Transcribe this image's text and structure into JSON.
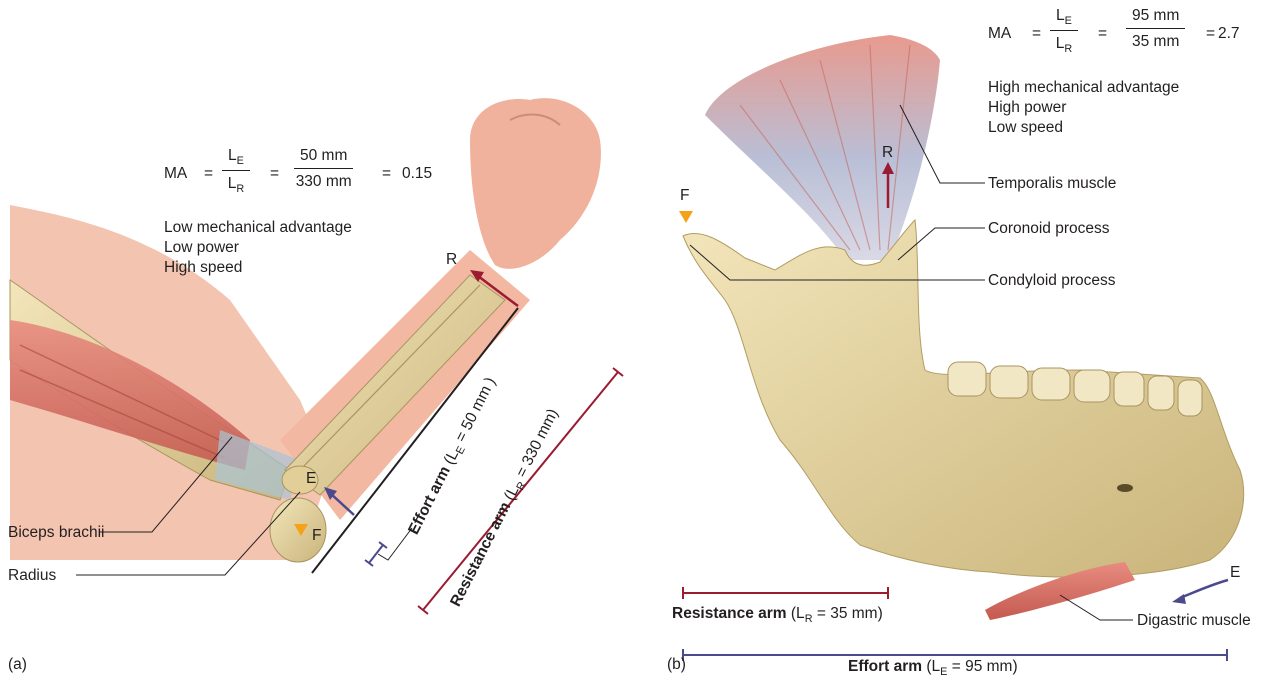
{
  "panel_a": {
    "label": "(a)",
    "equation": {
      "ma": "MA",
      "eq1": "=",
      "le_num_base": "L",
      "le_num_sub": "E",
      "lr_den_base": "L",
      "lr_den_sub": "R",
      "eq2": "=",
      "value_num": "50 mm",
      "value_den": "330 mm",
      "eq3": "=",
      "result": "0.15"
    },
    "description": [
      "Low mechanical advantage",
      "Low power",
      "High speed"
    ],
    "labels": {
      "resistance_point": "R",
      "effort_point": "E",
      "fulcrum_point": "F",
      "biceps": "Biceps brachii",
      "radius": "Radius"
    },
    "effort_arm": {
      "bold": "Effort arm",
      "rest_open": " (L",
      "sub": "E",
      "rest_close": " = 50 mm )"
    },
    "resistance_arm": {
      "bold": "Resistance arm",
      "rest_open": " (L",
      "sub": "R",
      "rest_close": " = 330 mm)"
    }
  },
  "panel_b": {
    "label": "(b)",
    "equation": {
      "ma": "MA",
      "eq1": "=",
      "le_num_base": "L",
      "le_num_sub": "E",
      "lr_den_base": "L",
      "lr_den_sub": "R",
      "eq2": "=",
      "value_num": "95 mm",
      "value_den": "35 mm",
      "eq3": "=",
      "result": "2.7"
    },
    "description": [
      "High mechanical advantage",
      "High power",
      "Low speed"
    ],
    "labels": {
      "fulcrum_point": "F",
      "resistance_point": "R",
      "effort_point": "E",
      "temporalis": "Temporalis muscle",
      "coronoid": "Coronoid process",
      "condyloid": "Condyloid process",
      "digastric": "Digastric muscle"
    },
    "resistance_arm": {
      "bold": "Resistance arm",
      "rest_open": " (L",
      "sub": "R",
      "rest_close": "  = 35 mm)"
    },
    "effort_arm": {
      "bold": "Effort arm",
      "rest_open": " (L",
      "sub": "E",
      "rest_close": " = 95 mm)"
    }
  },
  "colors": {
    "resistance": "#9b1b30",
    "effort": "#4b4a8c",
    "fulcrum": "#f5a21b",
    "bone": "#ead9a6",
    "muscle": "#d9786c",
    "skin": "#f2b8a2"
  }
}
